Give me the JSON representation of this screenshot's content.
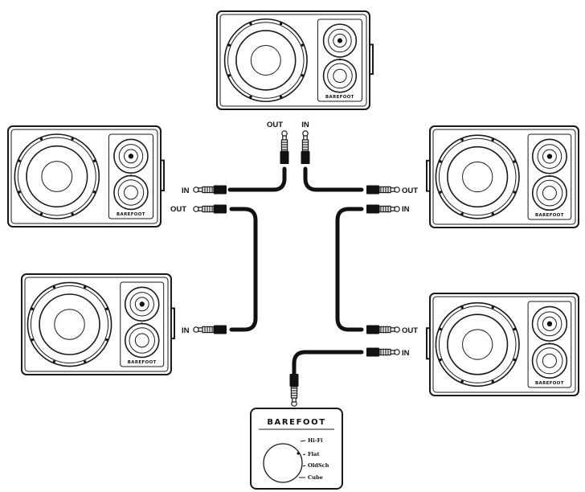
{
  "labels": {
    "top_out": "OUT",
    "top_in": "IN",
    "left_upper_in": "IN",
    "left_upper_out": "OUT",
    "left_lower_in": "IN",
    "right_upper_out": "OUT",
    "right_upper_in": "IN",
    "right_lower_out": "OUT",
    "right_lower_in": "IN"
  },
  "speakers": [
    {
      "id": "top",
      "brand": "BAREFOOT"
    },
    {
      "id": "left-upper",
      "brand": "BAREFOOT"
    },
    {
      "id": "left-lower",
      "brand": "BAREFOOT"
    },
    {
      "id": "right-upper",
      "brand": "BAREFOOT"
    },
    {
      "id": "right-lower",
      "brand": "BAREFOOT"
    }
  ],
  "controller": {
    "brand": "BAREFOOT",
    "modes": [
      "Hi-Fi",
      "Flat",
      "OldSch",
      "Cube"
    ]
  }
}
